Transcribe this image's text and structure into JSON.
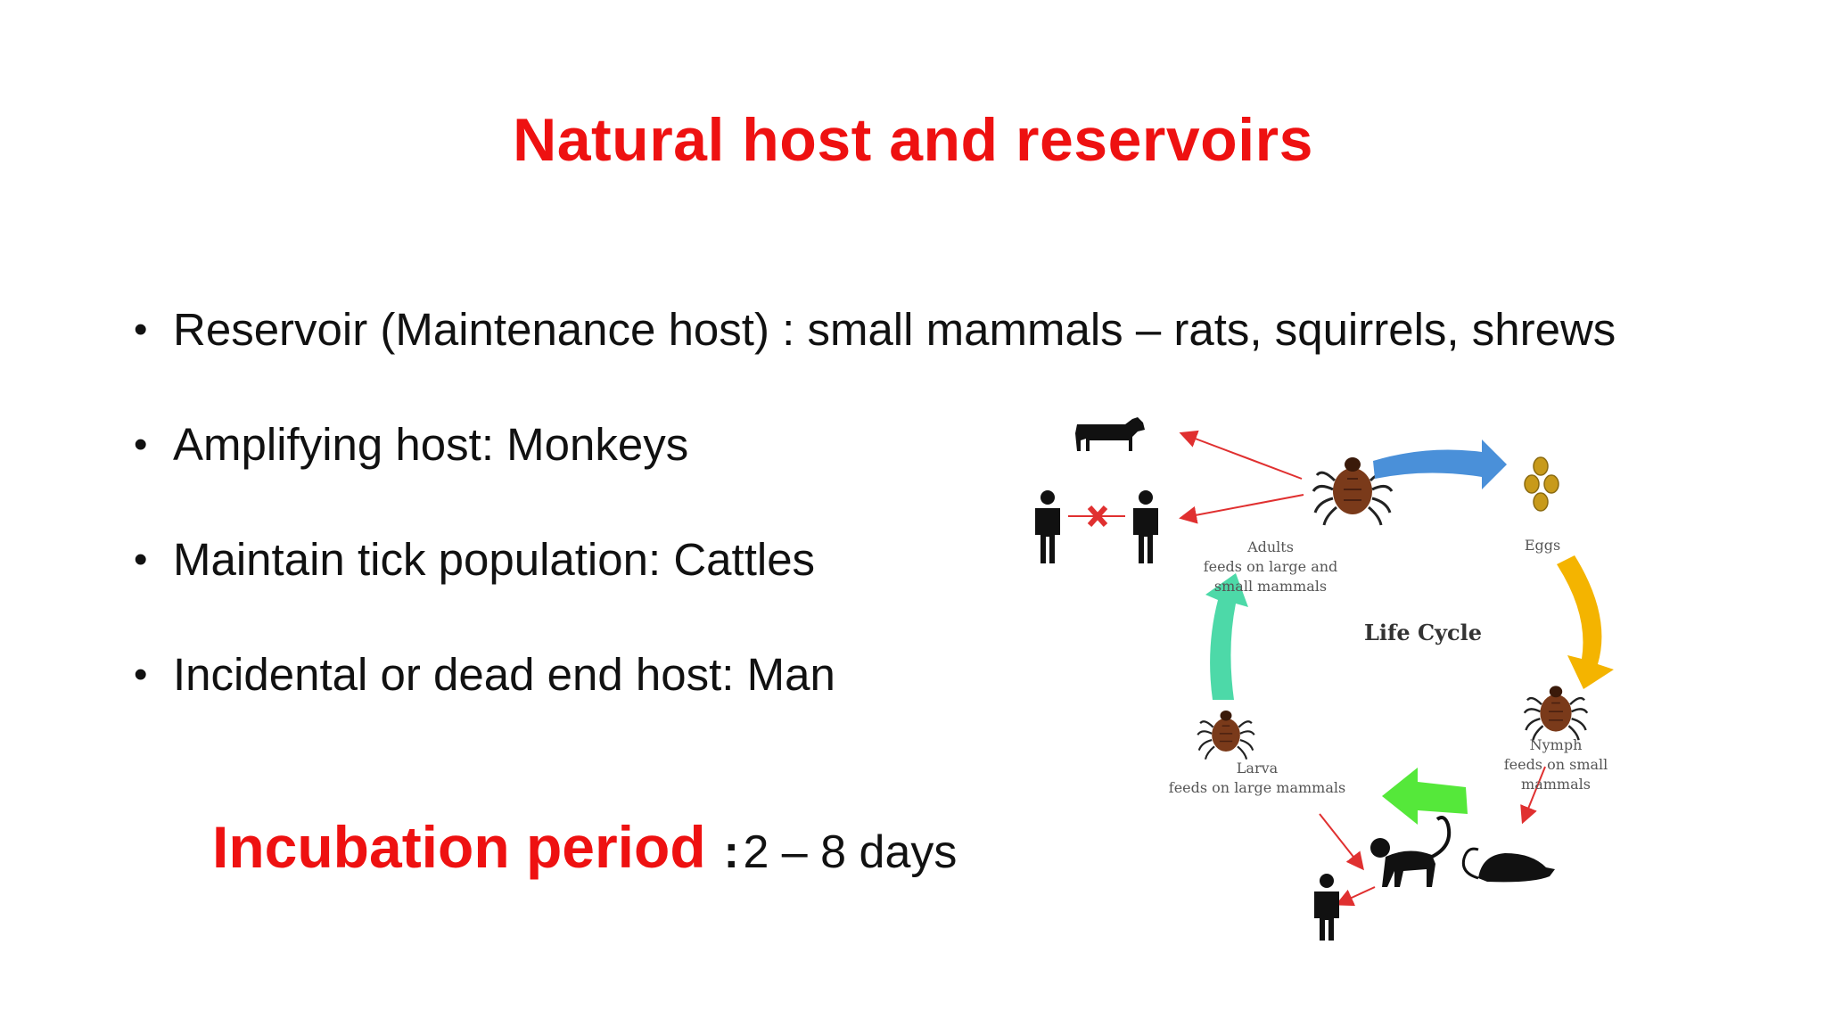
{
  "slide": {
    "title": "Natural host and reservoirs"
  },
  "bullets": [
    {
      "text": "Reservoir (Maintenance host) : small mammals – rats, squirrels, shrews"
    },
    {
      "text": "Amplifying host: Monkeys"
    },
    {
      "text": "Maintain tick population: Cattles"
    },
    {
      "text": "Incidental or dead end host: Man"
    }
  ],
  "bullet_symbol": "•",
  "incubation": {
    "label": "Incubation period",
    "separator": ":",
    "value": "2 – 8 days"
  },
  "diagram": {
    "center_label": "Life Cycle",
    "adults_caption": [
      "Adults",
      "feeds on large and",
      "small mammals"
    ],
    "eggs_caption": "Eggs",
    "nymph_caption": [
      "Nymph",
      "feeds on small",
      "mammals"
    ],
    "larva_caption": [
      "Larva",
      "feeds on large  mammals"
    ]
  },
  "colors": {
    "title_red": "#ee1111",
    "arrow_blue": "#4a90d9",
    "arrow_yellow": "#f4b400",
    "arrow_green": "#55e83a",
    "arrow_teal": "#4dd9a8",
    "link_red": "#e03030",
    "tick_brown": "#7a3a1a"
  }
}
